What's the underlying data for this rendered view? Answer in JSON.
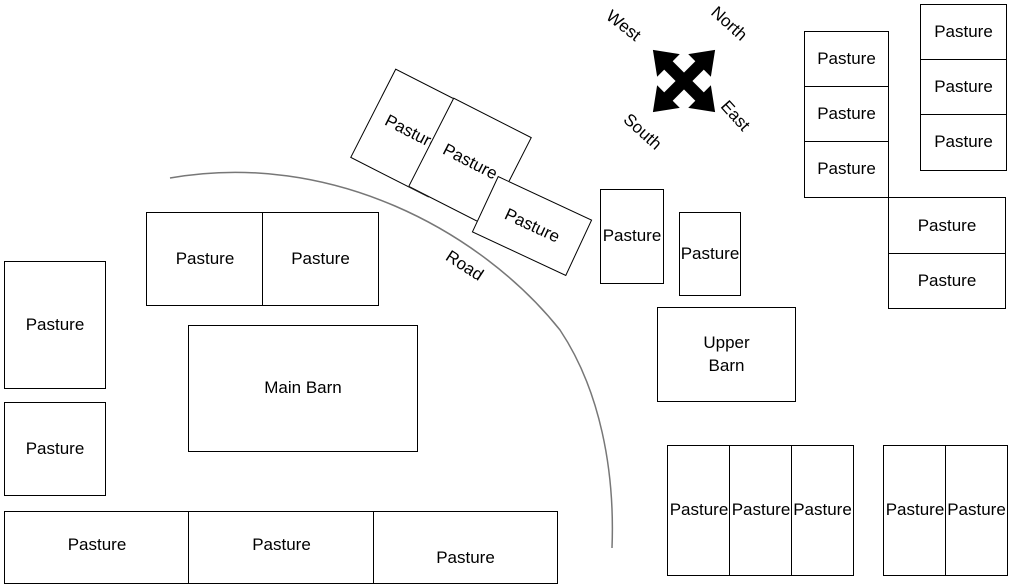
{
  "compass": {
    "north": "North",
    "south": "South",
    "east": "East",
    "west": "West",
    "icon": "compass-arrows-icon"
  },
  "road": {
    "label": "Road"
  },
  "buildings": {
    "main_barn": "Main Barn",
    "upper_barn_l1": "Upper",
    "upper_barn_l2": "Barn"
  },
  "pasture_label": "Pasture",
  "pastures": [
    "Pasture",
    "Pasture",
    "Pasture",
    "Pasture",
    "Pasture",
    "Pasture",
    "Pasture",
    "Pasture",
    "Pasture",
    "Pasture",
    "Pasture",
    "Pasture",
    "Pasture",
    "Pasture",
    "Pasture",
    "Pasture",
    "Pasture",
    "Pasture",
    "Pasture",
    "Pasture",
    "Pasture",
    "Pasture",
    "Pasture",
    "Pasture"
  ]
}
